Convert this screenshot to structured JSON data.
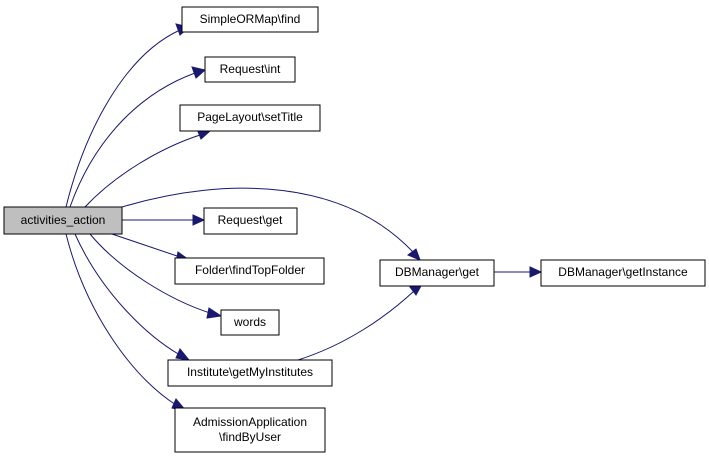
{
  "colors": {
    "edge": "#191970",
    "node_border": "#000000",
    "node_fill": "#ffffff",
    "root_fill": "#bfbfbf"
  },
  "nodes": {
    "root": "activities_action",
    "simple_ormap_find": "SimpleORMap\\find",
    "request_int": "Request\\int",
    "pagelayout_settitle": "PageLayout\\setTitle",
    "request_get": "Request\\get",
    "folder_findtopfolder": "Folder\\findTopFolder",
    "words": "words",
    "institute_getmyinstitutes": "Institute\\getMyInstitutes",
    "admission_line1": "AdmissionApplication",
    "admission_line2": "\\findByUser",
    "dbmanager_get": "DBManager\\get",
    "dbmanager_getinstance": "DBManager\\getInstance"
  }
}
